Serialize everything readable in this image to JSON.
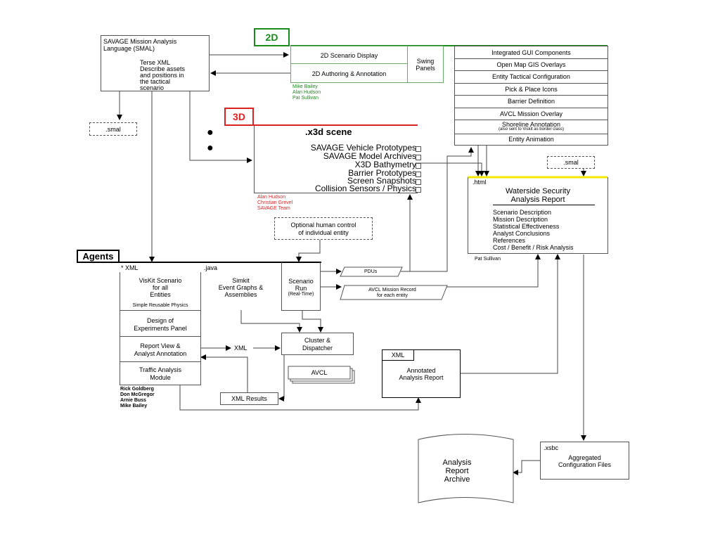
{
  "smal": {
    "title_line1": "SAVAGE Mission Analysis",
    "title_line2": "Language (SMAL)",
    "desc_line1": "Terse XML",
    "desc_line2": "Describe assets",
    "desc_line3": "and positions in",
    "desc_line4": "the tactical",
    "desc_line5": "scenario",
    "file_label": ".smal"
  },
  "tabs": {
    "two_d": "2D",
    "three_d": "3D",
    "agents": "Agents"
  },
  "two_d": {
    "scenario_display": "2D Scenario Display",
    "authoring": "2D Authoring & Annotation",
    "swing_line1": "Swing",
    "swing_line2": "Panels",
    "credits": [
      "Mike Bailey",
      "Alan Hudson",
      "Pat Sullivan"
    ]
  },
  "gui_components": [
    "Integrated GUI Components",
    "Open Map GIS Overlays",
    "Entity Tactical Configuration",
    "Pick & Place Icons",
    "Barrier Definition",
    "AVCL Mission Overlay",
    "Shoreline Annotation",
    "Entity Animation"
  ],
  "shoreline_note": "(also sent to Viskit as border class)",
  "three_d": {
    "title": ".x3d scene",
    "items": [
      "SAVAGE Vehicle Prototypes",
      "SAVAGE Model Archives",
      "X3D Bathymetry",
      "Barrier Prototypes",
      "Screen Snapshots",
      "Collision Sensors / Physics"
    ],
    "credits": [
      "Alan Hudson",
      "Christian Grevel",
      "SAVAGE Team"
    ]
  },
  "optional_control": {
    "line1": "Optional human control",
    "line2": "of individual entity"
  },
  "smal_right": ".smal",
  "report": {
    "file_label": ".html",
    "title_line1": "Waterside Security",
    "title_line2": "Analysis Report",
    "items": [
      "Scenario Description",
      "Mission Description",
      "Statistical Effectiveness",
      "Analyst Conclusions",
      "References",
      "Cost / Benefit / Risk Analysis"
    ],
    "credit": "Pat Sullivan"
  },
  "agents": {
    "xml_label": "* XML",
    "java_label": ".java",
    "viskit_line1": "VisKit Scenario",
    "viskit_line2": "for all",
    "viskit_line3": "Entities",
    "viskit_note": "Simple Reusable Physics",
    "simkit_line1": "Simkit",
    "simkit_line2": "Event Graphs &",
    "simkit_line3": "Assemblies",
    "run_line1": "Scenario",
    "run_line2": "Run",
    "run_note": "(Real-Time)",
    "doe_line1": "Design of",
    "doe_line2": "Experiments Panel",
    "report_view_line1": "Report View &",
    "report_view_line2": "Analyst Annotation",
    "traffic_line1": "Traffic Analysis",
    "traffic_line2": "Module",
    "credits": [
      "Rick Goldberg",
      "Don McGregor",
      "Arnie Buss",
      "Mike Bailey"
    ]
  },
  "pdus": "PDUs",
  "avcl_record_line1": "AVCL Mission Record",
  "avcl_record_line2": "for each entity",
  "xml_mid": "XML",
  "cluster_line1": "Cluster &",
  "cluster_line2": "Dispatcher",
  "avcl": "AVCL",
  "xml_results": "XML Results",
  "annotated": {
    "tag": "XML",
    "line1": "Annotated",
    "line2": "Analysis Report"
  },
  "xsbc": {
    "file_label": ".xsbc",
    "line1": "Aggregated",
    "line2": "Configuration Files"
  },
  "archive": {
    "line1": "Analysis",
    "line2": "Report",
    "line3": "Archive"
  },
  "colors": {
    "two_d": "#1a8a1a",
    "three_d": "#dd2222",
    "report_bar": "#f5e800",
    "agents": "#000000"
  }
}
